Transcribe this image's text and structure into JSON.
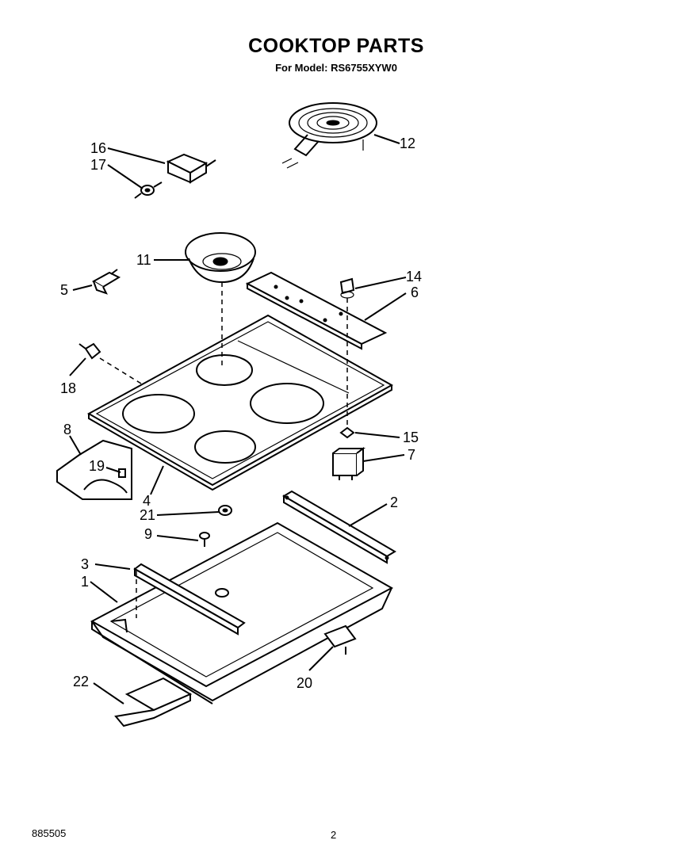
{
  "header": {
    "title": "COOKTOP PARTS",
    "subtitle": "For Model: RS6755XYW0"
  },
  "footer": {
    "code": "885505",
    "page": "2"
  },
  "callouts": [
    "16",
    "17",
    "12",
    "11",
    "5",
    "14",
    "6",
    "18",
    "8",
    "19",
    "4",
    "15",
    "7",
    "21",
    "9",
    "2",
    "3",
    "1",
    "22",
    "20"
  ]
}
